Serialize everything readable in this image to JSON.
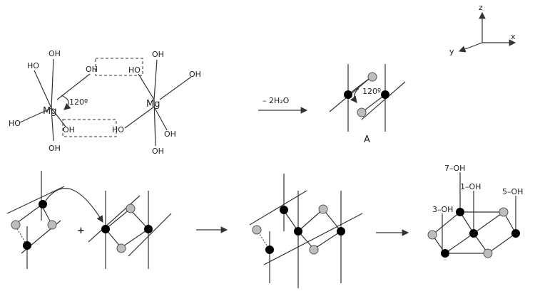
{
  "axes": {
    "z": "z",
    "x": "x",
    "y": "y"
  },
  "left_structure": {
    "metal_left": "Mg",
    "metal_right": "Mg",
    "angle": "120º",
    "oh": "OH",
    "ho": "HO"
  },
  "reaction": {
    "condition": "– 2H₂O"
  },
  "product_a": {
    "angle": "120º",
    "label": "A"
  },
  "bottom_row": {
    "plus": "+"
  },
  "final_structure": {
    "label_7": "7–OH",
    "label_1": "1–OH",
    "label_5": "5–OH",
    "label_3": "3–OH"
  },
  "colors": {
    "metal": "#000000",
    "oxygen": "#bdbdbd",
    "line": "#333333"
  }
}
